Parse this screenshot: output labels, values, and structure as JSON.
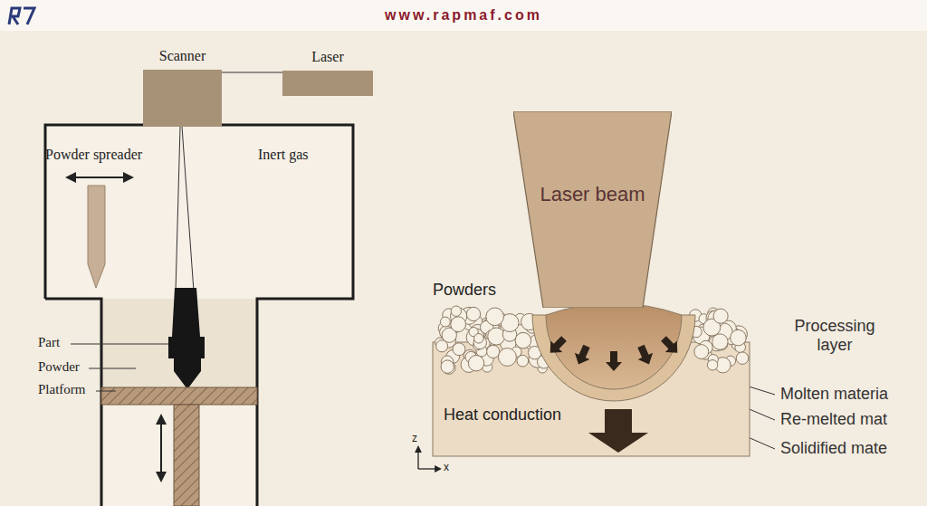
{
  "diagram": {
    "nodes": [
      {
        "text": [
          "Scanner"
        ]
      },
      {
        "text": [
          "Laser"
        ]
      },
      {
        "text": [
          "Laser beam"
        ]
      }
    ],
    "edges": [
      {
        "from": 0,
        "to": 1,
        "arrow": "none"
      }
    ],
    "labels": [
      "www.rapmaf.com",
      "Powder spreader",
      "Inert gas",
      "Part",
      "Powder",
      "Platform",
      "Powders",
      "Processing layer",
      "Molten materia",
      "Re-melted mat",
      "Solidified mate",
      "Heat conduction",
      "z",
      "x"
    ]
  }
}
